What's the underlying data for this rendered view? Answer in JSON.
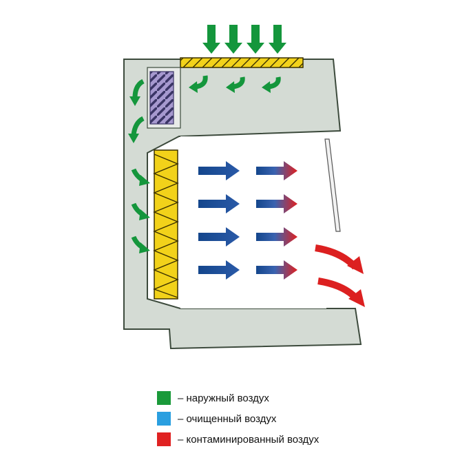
{
  "colors": {
    "cabinet_fill": "#d4dbd4",
    "cabinet_stroke": "#3c4a3c",
    "filter_fill": "#f2d21a",
    "filter_stroke": "#3a3000",
    "fan_fill": "#a699cf",
    "outside_air": "#14963c",
    "clean_air": "#14468c",
    "contaminated_air": "#dc2020"
  },
  "legend": [
    {
      "label": "– наружный воздух",
      "color": "#1a9a3a",
      "icon": "green-square"
    },
    {
      "label": "– очищенный воздух",
      "color": "#2a9fe0",
      "icon": "blue-square"
    },
    {
      "label": "– контаминированный воздух",
      "color": "#e02222",
      "icon": "red-square"
    }
  ]
}
